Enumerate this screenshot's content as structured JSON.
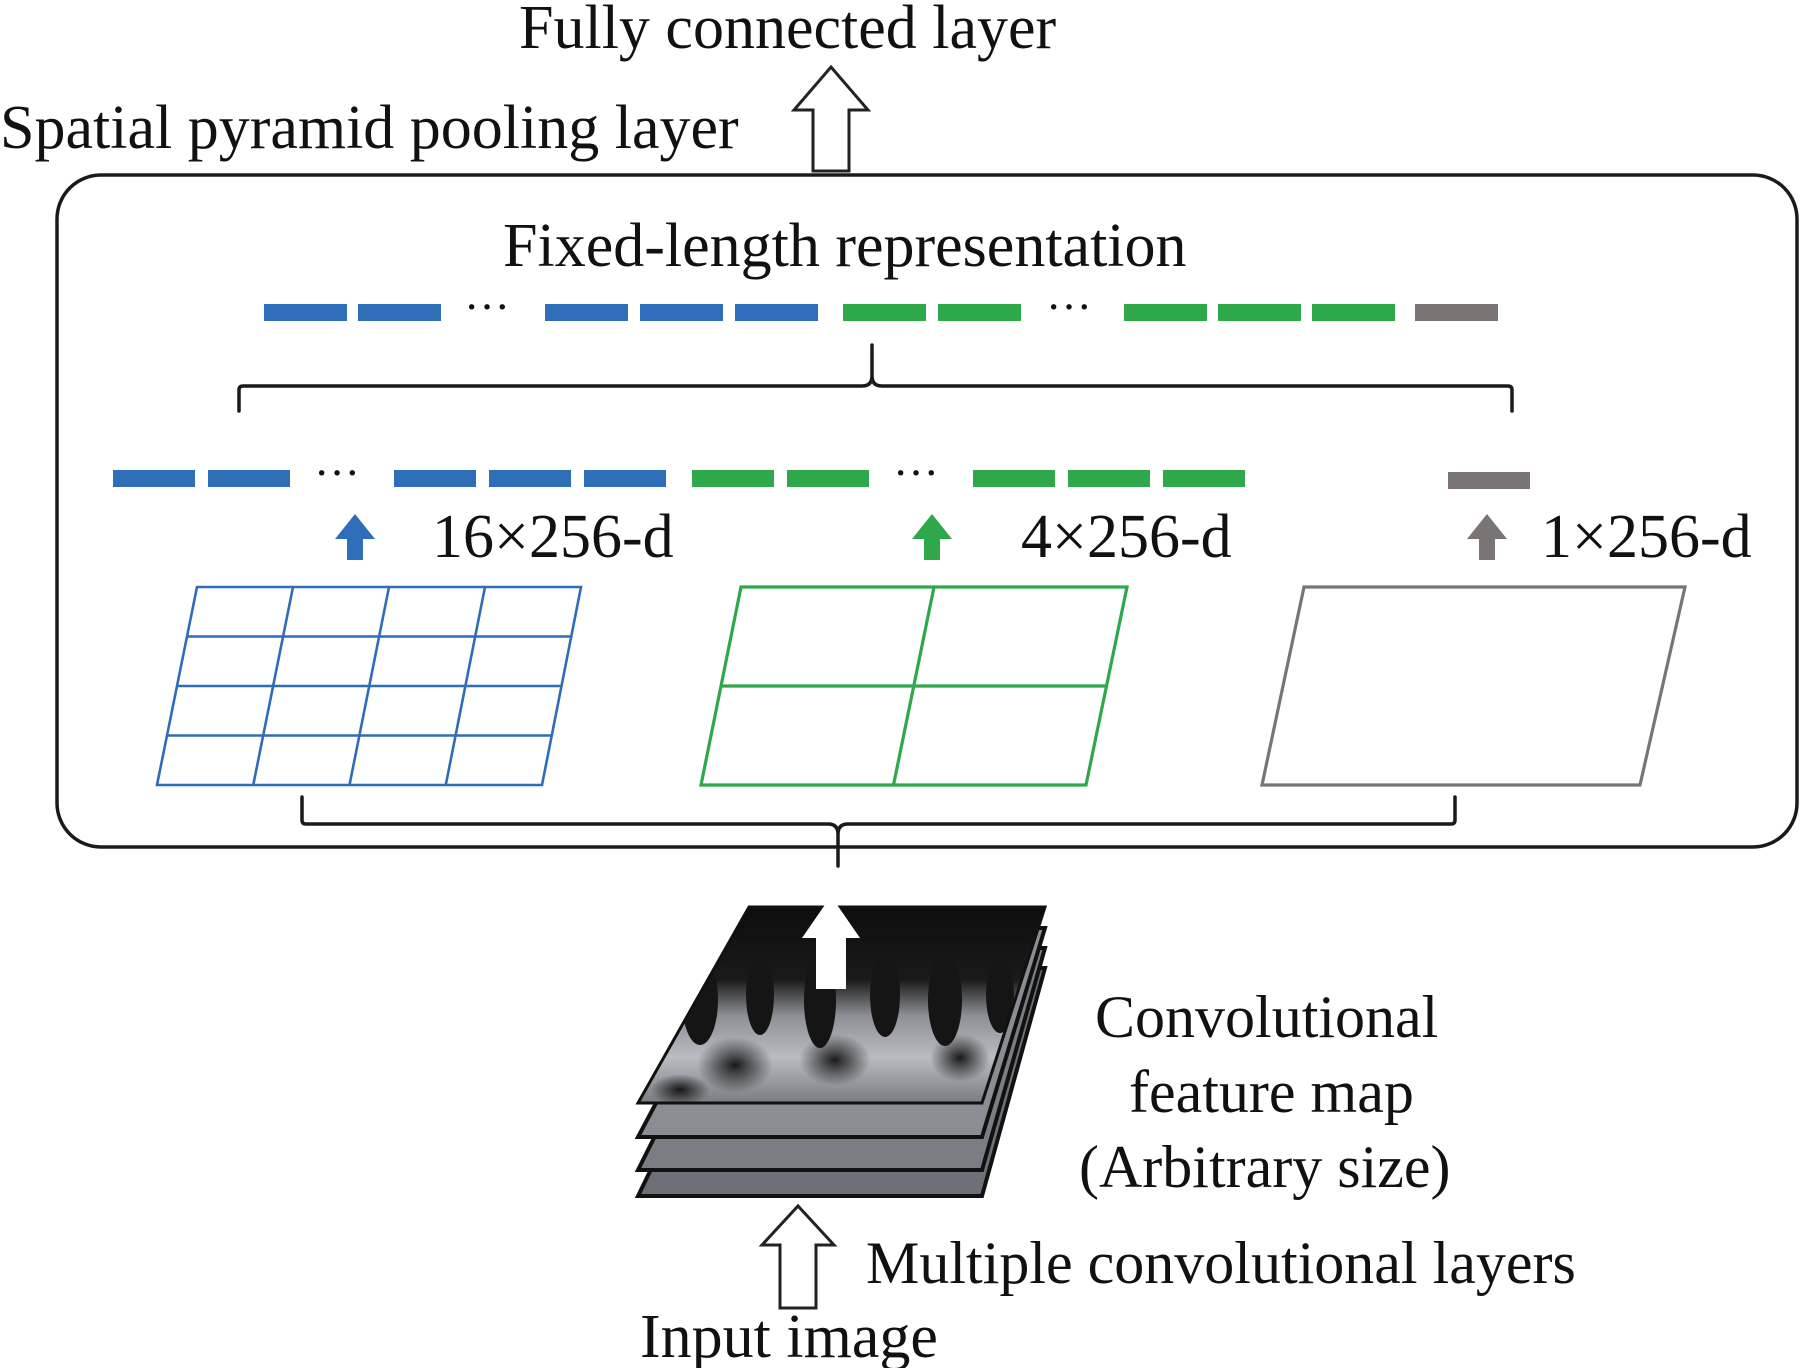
{
  "labels": {
    "fully_connected": "Fully connected layer",
    "spp_layer": "Spatial pyramid pooling layer",
    "fixed_length": "Fixed-length representation",
    "dim_16": "16×256-d",
    "dim_4": "4×256-d",
    "dim_1": "1×256-d",
    "conv_map_line1": "Convolutional",
    "conv_map_line2": "feature map",
    "conv_map_line3": "(Arbitrary size)",
    "multiple_conv": "Multiple convolutional layers",
    "input_image": "Input image",
    "ellipsis": "···"
  },
  "colors": {
    "blue": "#2e6db8",
    "green": "#2ea84a",
    "gray": "#7a7474",
    "outline": "#1a1a1a"
  },
  "pyramid_levels": [
    {
      "bins": 16,
      "grid": [
        4,
        4
      ],
      "color": "blue",
      "label_key": "dim_16"
    },
    {
      "bins": 4,
      "grid": [
        2,
        2
      ],
      "color": "green",
      "label_key": "dim_4"
    },
    {
      "bins": 1,
      "grid": [
        1,
        1
      ],
      "color": "gray",
      "label_key": "dim_1"
    }
  ]
}
